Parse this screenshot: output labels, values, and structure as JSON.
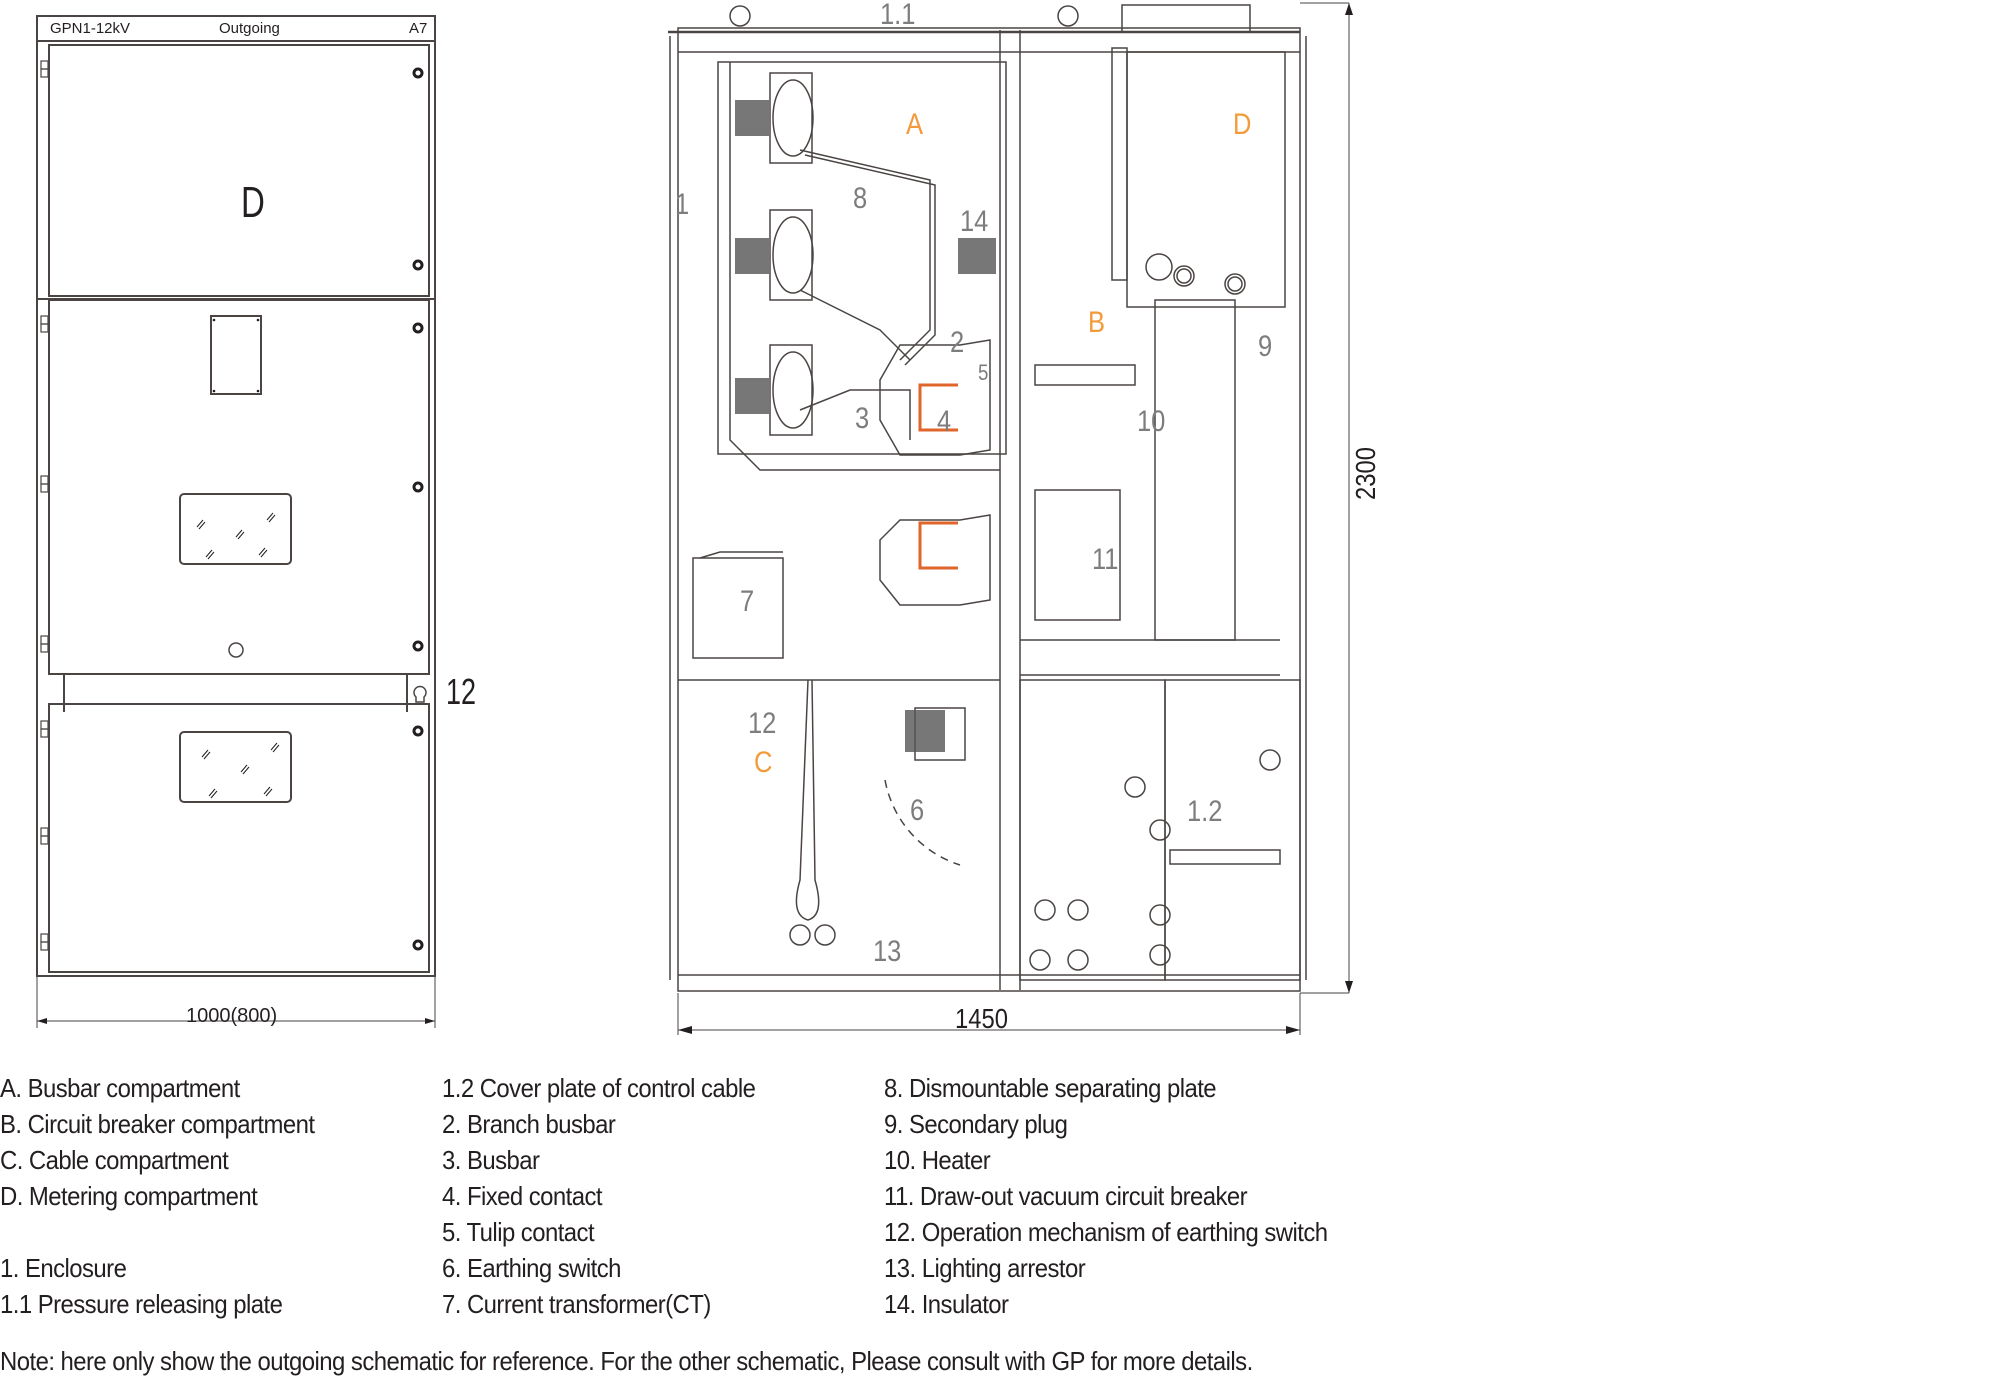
{
  "front_view": {
    "model": "GPN1-12kV",
    "function": "Outgoing",
    "code": "A7",
    "top_compartment_label": "D",
    "width_dimension": "1000(800)",
    "callout_12": "12"
  },
  "section_view": {
    "compartment_labels": {
      "A": "A",
      "B": "B",
      "C": "C",
      "D": "D"
    },
    "compartment_color": "#F39A3A",
    "callouts": [
      "1",
      "1.1",
      "1.2",
      "2",
      "3",
      "4",
      "5",
      "6",
      "7",
      "8",
      "9",
      "10",
      "11",
      "12",
      "13",
      "14"
    ],
    "width_dimension": "1450",
    "height_dimension": "2300"
  },
  "legend": {
    "col1": [
      "A. Busbar compartment",
      "B. Circuit breaker compartment",
      "C. Cable compartment",
      "D. Metering compartment",
      "",
      "1. Enclosure",
      "1.1 Pressure releasing plate"
    ],
    "col2": [
      "1.2 Cover plate of control cable",
      "2. Branch busbar",
      "3. Busbar",
      "4. Fixed contact",
      "5. Tulip contact",
      "6. Earthing switch",
      "7. Current transformer(CT)"
    ],
    "col3": [
      "8. Dismountable separating plate",
      "9. Secondary plug",
      "10. Heater",
      "11. Draw-out vacuum circuit breaker",
      "12. Operation mechanism of earthing switch",
      "13. Lighting arrestor",
      "14. Insulator"
    ]
  },
  "note": "Note: here only show the outgoing schematic for reference. For the other schematic, Please consult with GP for more details."
}
